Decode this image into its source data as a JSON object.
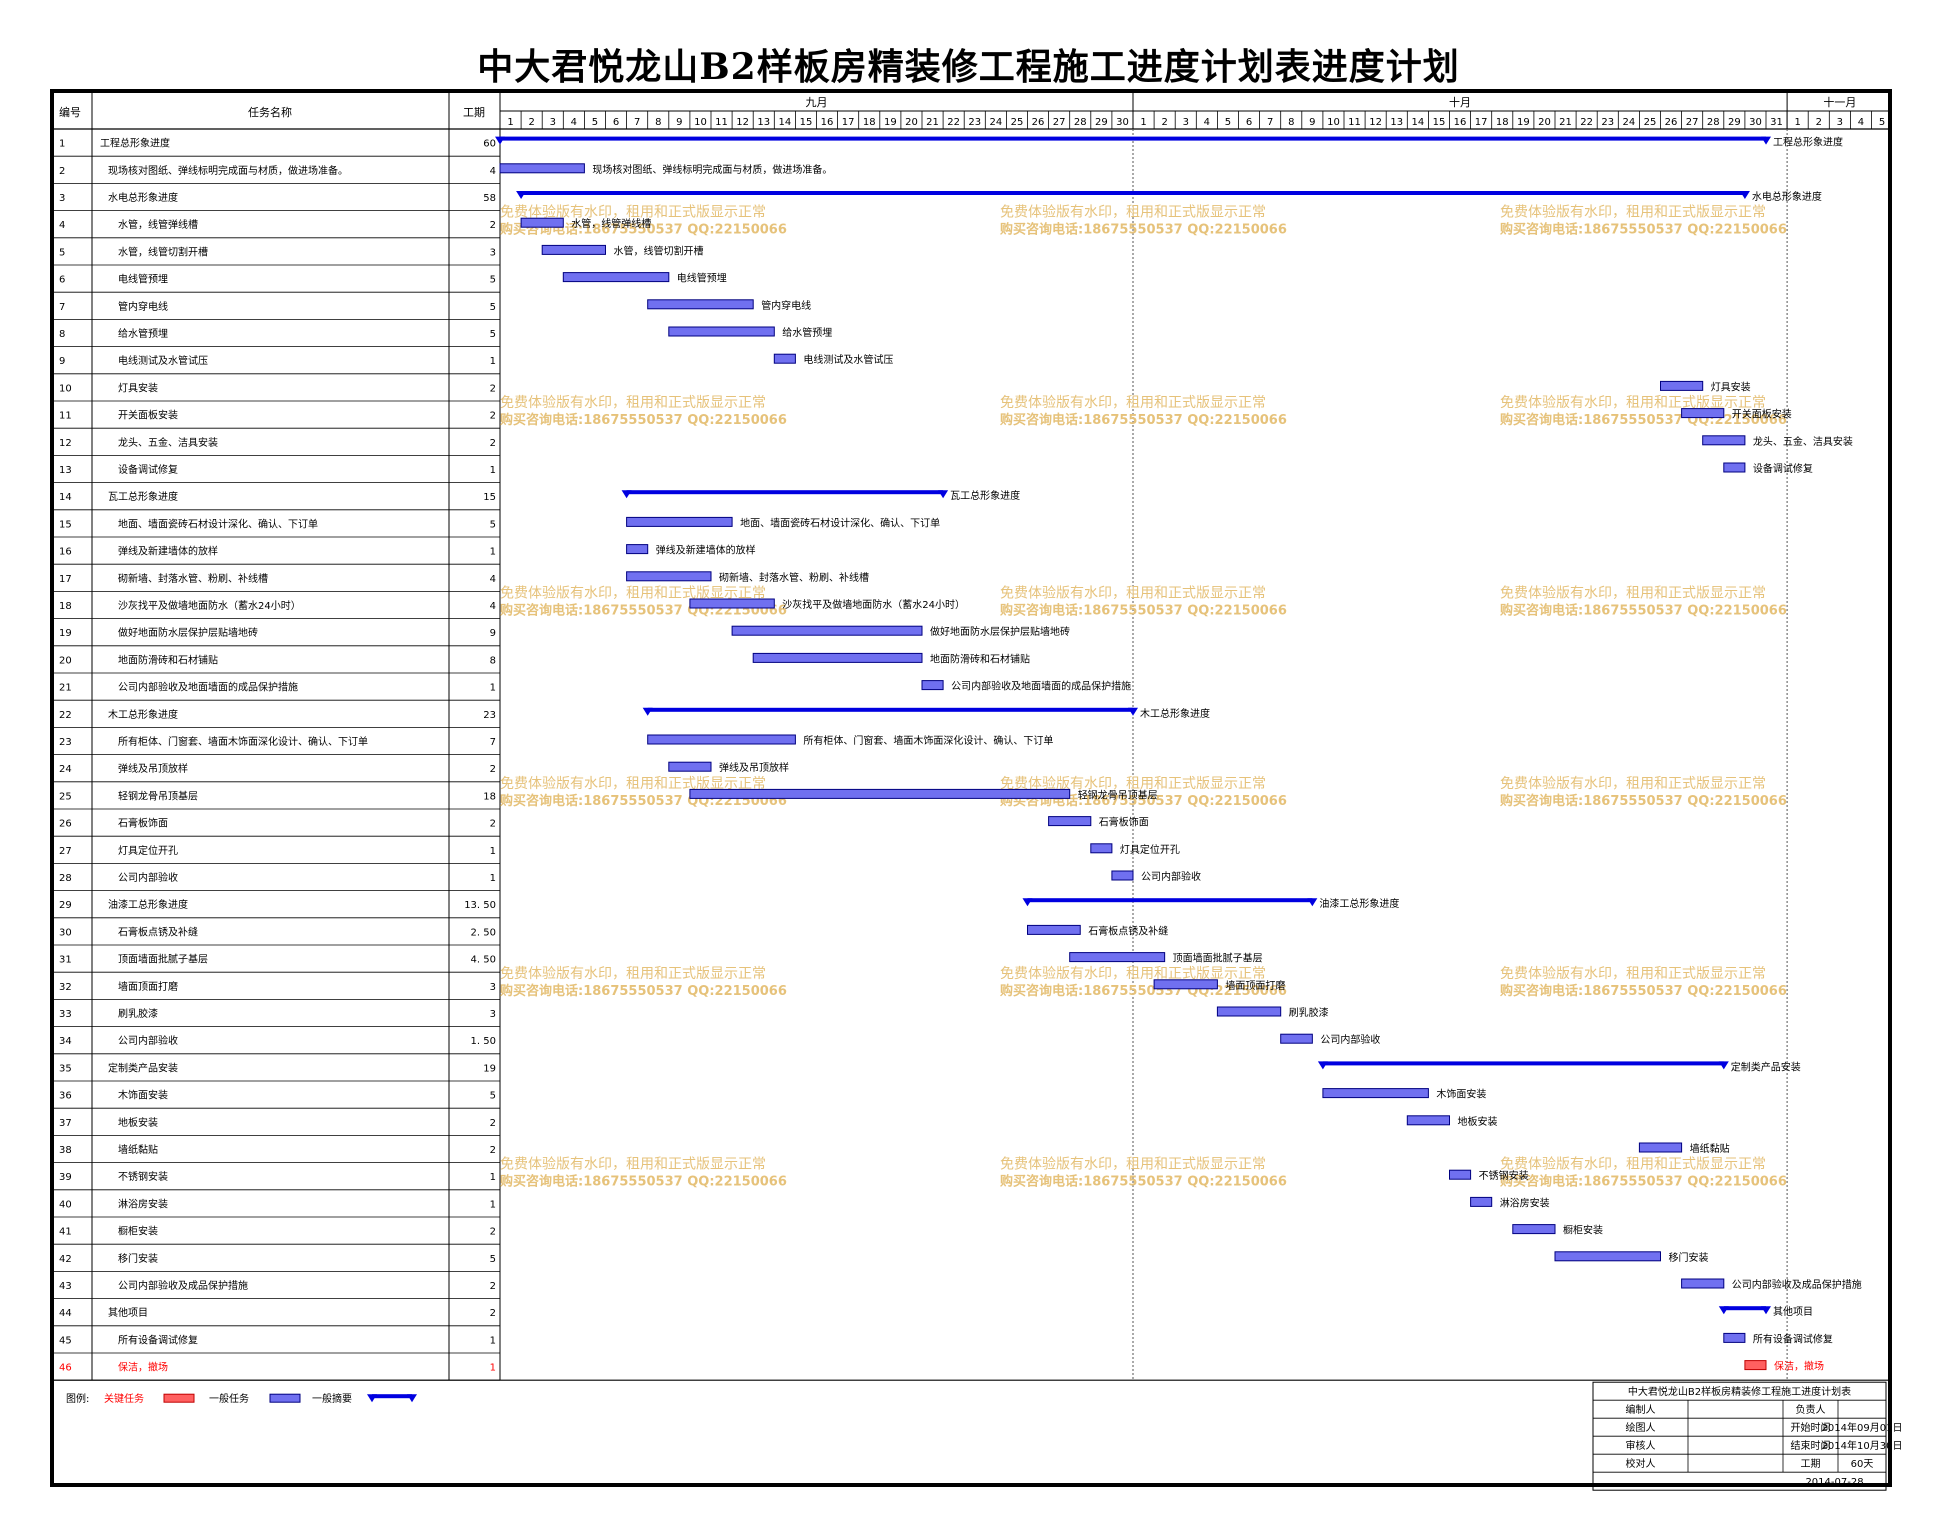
{
  "title": "中大君悦龙山B2样板房精装修工程施工进度计划表进度计划",
  "headers": {
    "id": "编号",
    "name": "任务名称",
    "duration": "工期"
  },
  "months": [
    {
      "label": "九月",
      "start_day": 1,
      "days": 30
    },
    {
      "label": "十月",
      "start_day": 31,
      "days": 31
    },
    {
      "label": "十一月",
      "start_day": 62,
      "days": 5
    }
  ],
  "watermark": {
    "line1": "免费体验版有水印，租用和正式版显示正常",
    "line2": "购买咨询电话:18675550537 QQ:22150066"
  },
  "colors": {
    "task_fill": "#7070f0",
    "task_stroke": "#00007f",
    "summary": "#0000e0",
    "critical": "#ff6060",
    "critical_text": "#ff0000",
    "watermark": "#e6c27a",
    "grid": "#000000"
  },
  "legend": {
    "prefix": "图例:",
    "critical": "关键任务",
    "normal": "一般任务",
    "summary": "一般摘要"
  },
  "info_box": {
    "title": "中大君悦龙山B2样板房精装修工程施工进度计划表",
    "rows": [
      [
        "编制人",
        "",
        "负责人",
        ""
      ],
      [
        "绘图人",
        "",
        "开始时间",
        "2014年09月01日"
      ],
      [
        "审核人",
        "",
        "结束时间",
        "2014年10月30日"
      ],
      [
        "校对人",
        "",
        "工期",
        "60天"
      ]
    ],
    "date": "2014-07-28"
  },
  "chart_data": {
    "type": "gantt",
    "x_unit": "day",
    "x_range": [
      1,
      66
    ],
    "tasks": [
      {
        "id": "1",
        "name": "工程总形象进度",
        "duration": "60",
        "start": 1,
        "end": 61,
        "kind": "summary",
        "level": 0
      },
      {
        "id": "2",
        "name": "现场核对图纸、弹线标明完成面与材质，做进场准备。",
        "duration": "4",
        "start": 1,
        "end": 5,
        "kind": "normal",
        "level": 1
      },
      {
        "id": "3",
        "name": "水电总形象进度",
        "duration": "58",
        "start": 2,
        "end": 60,
        "kind": "summary",
        "level": 1
      },
      {
        "id": "4",
        "name": "水管，线管弹线槽",
        "duration": "2",
        "start": 2,
        "end": 4,
        "kind": "normal",
        "level": 2
      },
      {
        "id": "5",
        "name": "水管，线管切割开槽",
        "duration": "3",
        "start": 3,
        "end": 6,
        "kind": "normal",
        "level": 2
      },
      {
        "id": "6",
        "name": "电线管预埋",
        "duration": "5",
        "start": 4,
        "end": 9,
        "kind": "normal",
        "level": 2
      },
      {
        "id": "7",
        "name": "管内穿电线",
        "duration": "5",
        "start": 8,
        "end": 13,
        "kind": "normal",
        "level": 2
      },
      {
        "id": "8",
        "name": "给水管预埋",
        "duration": "5",
        "start": 9,
        "end": 14,
        "kind": "normal",
        "level": 2
      },
      {
        "id": "9",
        "name": "电线测试及水管试压",
        "duration": "1",
        "start": 14,
        "end": 15,
        "kind": "normal",
        "level": 2
      },
      {
        "id": "10",
        "name": "灯具安装",
        "duration": "2",
        "start": 56,
        "end": 58,
        "kind": "normal",
        "level": 2
      },
      {
        "id": "11",
        "name": "开关面板安装",
        "duration": "2",
        "start": 57,
        "end": 59,
        "kind": "normal",
        "level": 2
      },
      {
        "id": "12",
        "name": "龙头、五金、洁具安装",
        "duration": "2",
        "start": 58,
        "end": 60,
        "kind": "normal",
        "level": 2
      },
      {
        "id": "13",
        "name": "设备调试修复",
        "duration": "1",
        "start": 59,
        "end": 60,
        "kind": "normal",
        "level": 2
      },
      {
        "id": "14",
        "name": "瓦工总形象进度",
        "duration": "15",
        "start": 7,
        "end": 22,
        "kind": "summary",
        "level": 1
      },
      {
        "id": "15",
        "name": "地面、墙面瓷砖石材设计深化、确认、下订单",
        "duration": "5",
        "start": 7,
        "end": 12,
        "kind": "normal",
        "level": 2
      },
      {
        "id": "16",
        "name": "弹线及新建墙体的放样",
        "duration": "1",
        "start": 7,
        "end": 8,
        "kind": "normal",
        "level": 2
      },
      {
        "id": "17",
        "name": "砌新墙、封落水管、粉刷、补线槽",
        "duration": "4",
        "start": 7,
        "end": 11,
        "kind": "normal",
        "level": 2
      },
      {
        "id": "18",
        "name": "沙灰找平及做墙地面防水（蓄水24小时）",
        "duration": "4",
        "start": 10,
        "end": 14,
        "kind": "normal",
        "level": 2
      },
      {
        "id": "19",
        "name": "做好地面防水层保护层贴墙地砖",
        "duration": "9",
        "start": 12,
        "end": 21,
        "kind": "normal",
        "level": 2
      },
      {
        "id": "20",
        "name": "地面防滑砖和石材铺贴",
        "duration": "8",
        "start": 13,
        "end": 21,
        "kind": "normal",
        "level": 2
      },
      {
        "id": "21",
        "name": "公司内部验收及地面墙面的成品保护措施",
        "duration": "1",
        "start": 21,
        "end": 22,
        "kind": "normal",
        "level": 2
      },
      {
        "id": "22",
        "name": "木工总形象进度",
        "duration": "23",
        "start": 8,
        "end": 31,
        "kind": "summary",
        "level": 1
      },
      {
        "id": "23",
        "name": "所有柜体、门窗套、墙面木饰面深化设计、确认、下订单",
        "duration": "7",
        "start": 8,
        "end": 15,
        "kind": "normal",
        "level": 2
      },
      {
        "id": "24",
        "name": "弹线及吊顶放样",
        "duration": "2",
        "start": 9,
        "end": 11,
        "kind": "normal",
        "level": 2
      },
      {
        "id": "25",
        "name": "轻钢龙骨吊顶基层",
        "duration": "18",
        "start": 10,
        "end": 28,
        "kind": "normal",
        "level": 2
      },
      {
        "id": "26",
        "name": "石膏板饰面",
        "duration": "2",
        "start": 27,
        "end": 29,
        "kind": "normal",
        "level": 2
      },
      {
        "id": "27",
        "name": "灯具定位开孔",
        "duration": "1",
        "start": 29,
        "end": 30,
        "kind": "normal",
        "level": 2
      },
      {
        "id": "28",
        "name": "公司内部验收",
        "duration": "1",
        "start": 30,
        "end": 31,
        "kind": "normal",
        "level": 2
      },
      {
        "id": "29",
        "name": "油漆工总形象进度",
        "duration": "13. 50",
        "start": 26,
        "end": 39.5,
        "kind": "summary",
        "level": 1
      },
      {
        "id": "30",
        "name": "石膏板点锈及补缝",
        "duration": "2. 50",
        "start": 26,
        "end": 28.5,
        "kind": "normal",
        "level": 2
      },
      {
        "id": "31",
        "name": "顶面墙面批腻子基层",
        "duration": "4. 50",
        "start": 28,
        "end": 32.5,
        "kind": "normal",
        "level": 2
      },
      {
        "id": "32",
        "name": "墙面顶面打磨",
        "duration": "3",
        "start": 32,
        "end": 35,
        "kind": "normal",
        "level": 2
      },
      {
        "id": "33",
        "name": "刷乳胶漆",
        "duration": "3",
        "start": 35,
        "end": 38,
        "kind": "normal",
        "level": 2
      },
      {
        "id": "34",
        "name": "公司内部验收",
        "duration": "1. 50",
        "start": 38,
        "end": 39.5,
        "kind": "normal",
        "level": 2
      },
      {
        "id": "35",
        "name": "定制类产品安装",
        "duration": "19",
        "start": 40,
        "end": 59,
        "kind": "summary",
        "level": 1
      },
      {
        "id": "36",
        "name": "木饰面安装",
        "duration": "5",
        "start": 40,
        "end": 45,
        "kind": "normal",
        "level": 2
      },
      {
        "id": "37",
        "name": "地板安装",
        "duration": "2",
        "start": 44,
        "end": 46,
        "kind": "normal",
        "level": 2
      },
      {
        "id": "38",
        "name": "墙纸黏贴",
        "duration": "2",
        "start": 55,
        "end": 57,
        "kind": "normal",
        "level": 2
      },
      {
        "id": "39",
        "name": "不锈钢安装",
        "duration": "1",
        "start": 46,
        "end": 47,
        "kind": "normal",
        "level": 2
      },
      {
        "id": "40",
        "name": "淋浴房安装",
        "duration": "1",
        "start": 47,
        "end": 48,
        "kind": "normal",
        "level": 2
      },
      {
        "id": "41",
        "name": "橱柜安装",
        "duration": "2",
        "start": 49,
        "end": 51,
        "kind": "normal",
        "level": 2
      },
      {
        "id": "42",
        "name": "移门安装",
        "duration": "5",
        "start": 51,
        "end": 56,
        "kind": "normal",
        "level": 2
      },
      {
        "id": "43",
        "name": "公司内部验收及成品保护措施",
        "duration": "2",
        "start": 57,
        "end": 59,
        "kind": "normal",
        "level": 2
      },
      {
        "id": "44",
        "name": "其他项目",
        "duration": "2",
        "start": 59,
        "end": 61,
        "kind": "summary",
        "level": 1
      },
      {
        "id": "45",
        "name": "所有设备调试修复",
        "duration": "1",
        "start": 59,
        "end": 60,
        "kind": "normal",
        "level": 2
      },
      {
        "id": "46",
        "name": "保洁，撤场",
        "duration": "1",
        "start": 60,
        "end": 61,
        "kind": "critical",
        "level": 2
      }
    ]
  }
}
